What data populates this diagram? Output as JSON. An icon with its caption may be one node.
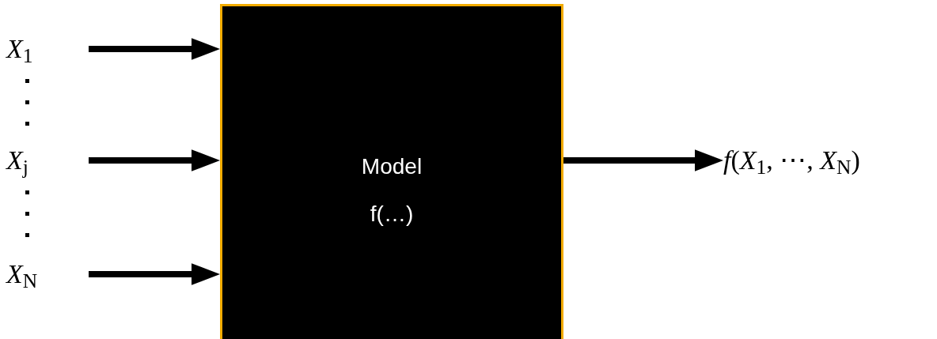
{
  "diagram": {
    "nodes": [
      {
        "text": [
          "*X*$_{1}$"
        ]
      },
      {
        "text": [
          "*X*$_{j}$"
        ]
      },
      {
        "text": [
          "*X*$_{N}$"
        ]
      },
      {
        "text": [
          "Model",
          "f(…)"
        ]
      },
      {
        "text": [
          "*f*(*X*$_{1}$, ⋯, *X*$_{N}$)"
        ]
      }
    ],
    "edges": [
      {
        "from": 0,
        "to": 3,
        "arrow": "to"
      },
      {
        "from": 1,
        "to": 3,
        "arrow": "to"
      },
      {
        "from": 2,
        "to": 3,
        "arrow": "to"
      },
      {
        "from": 3,
        "to": 4,
        "arrow": "to"
      }
    ]
  }
}
